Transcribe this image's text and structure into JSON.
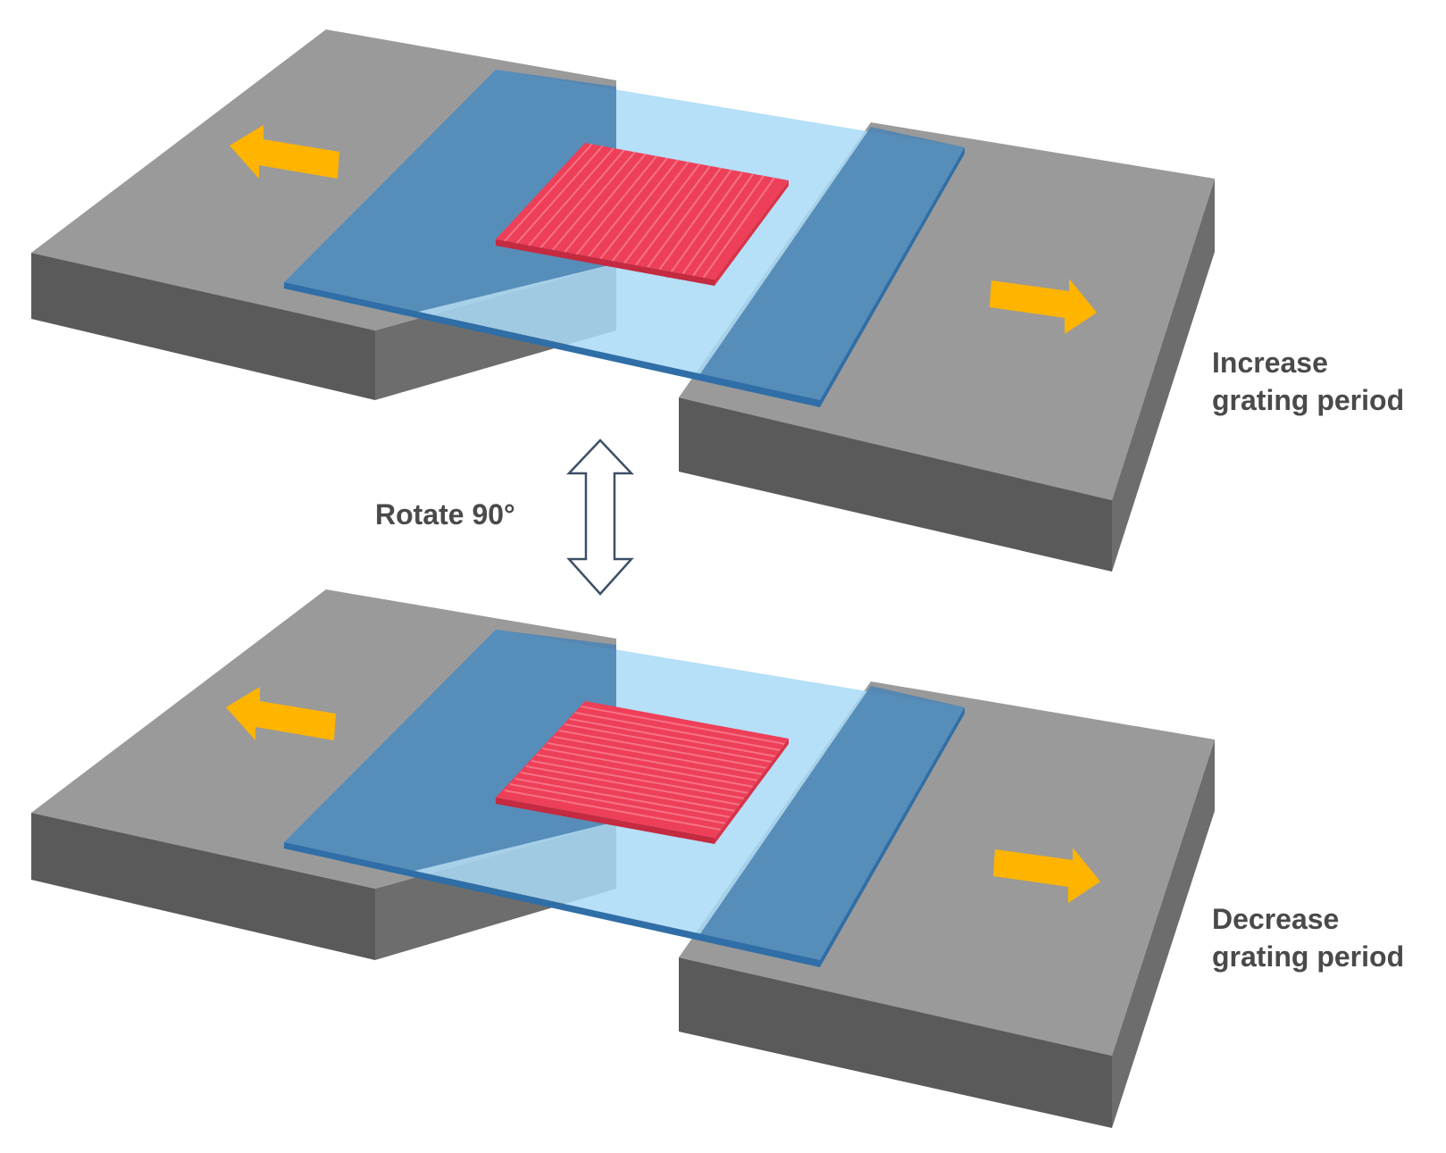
{
  "labels": {
    "top_line1": "Increase",
    "top_line2": "grating period",
    "bottom_line1": "Decrease",
    "bottom_line2": "grating period",
    "rotate": "Rotate 90°"
  },
  "colors": {
    "block_top": "#9a9a9a",
    "block_side_dark": "#5a5a5a",
    "glass_light": "#a9d9f7",
    "glass_over_block": "#4f85b4",
    "glass_edge": "#2f6ea6",
    "grating_red": "#ee3f58",
    "grating_stripe": "#f77c8e",
    "arrow_orange": "#ffb400",
    "rotate_arrow_stroke": "#3c4f66",
    "text": "#4a4a4a"
  },
  "icons": {
    "stretch_arrow": "arrow-icon",
    "rotate_arrow": "double-headed-arrow-icon"
  }
}
